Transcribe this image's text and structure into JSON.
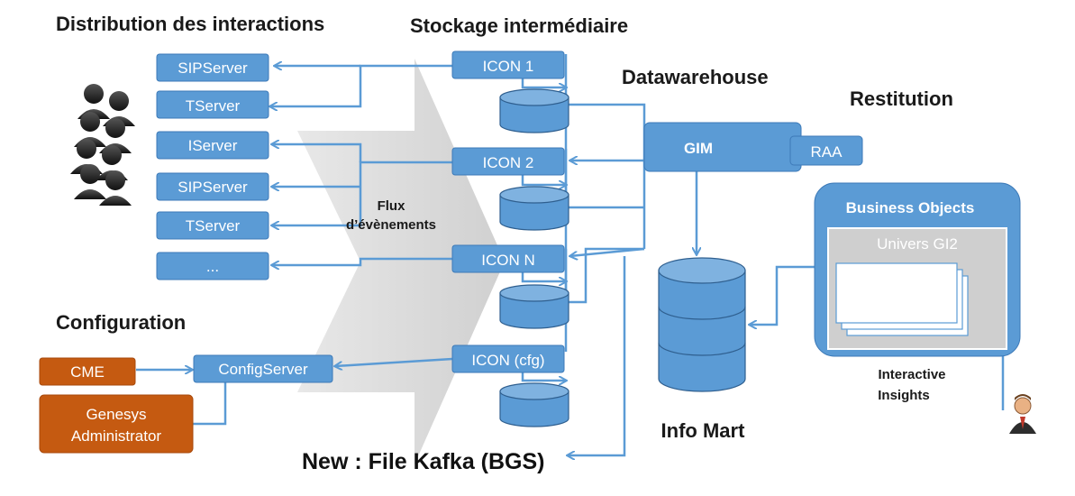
{
  "sections": {
    "distribution": "Distribution des interactions",
    "stockage": "Stockage intermédiaire",
    "datawarehouse": "Datawarehouse",
    "restitution": "Restitution",
    "configuration": "Configuration"
  },
  "servers": [
    "SIPServer",
    "TServer",
    "IServer",
    "SIPServer",
    "TServer",
    "..."
  ],
  "config": {
    "cme": "CME",
    "genesys_line1": "Genesys",
    "genesys_line2": "Administrator",
    "configserver": "ConfigServer"
  },
  "icons": [
    "ICON 1",
    "ICON 2",
    "ICON N",
    "ICON (cfg)"
  ],
  "flux": {
    "line1": "Flux",
    "line2": "d’évènements"
  },
  "gim": "GIM",
  "raa": "RAA",
  "infomart": "Info Mart",
  "bo": {
    "title": "Business Objects",
    "univers": "Univers GI2"
  },
  "interactive": {
    "line1": "Interactive",
    "line2": "Insights"
  },
  "kafka": "New : File Kafka (BGS)",
  "colors": {
    "box_blue": "#5b9bd5",
    "box_orange": "#c55a11",
    "arrow_gray": "#d9d9d9"
  }
}
